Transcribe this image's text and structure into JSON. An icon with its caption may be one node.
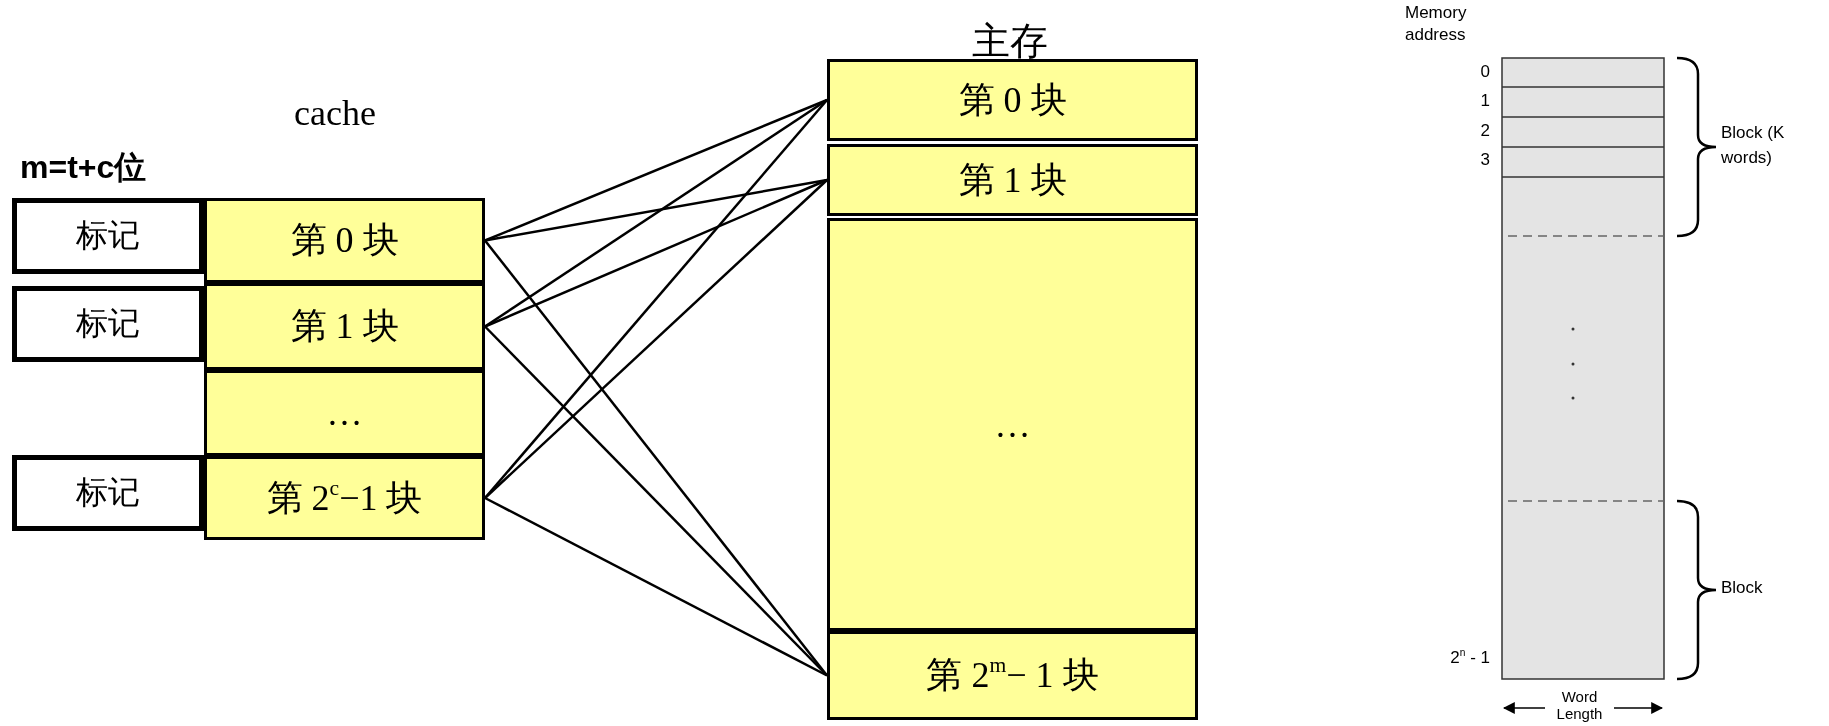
{
  "diagram": {
    "nodes": [
      {
        "text": [
          "标记"
        ]
      },
      {
        "text": [
          "第 0 块"
        ]
      },
      {
        "text": [
          "标记"
        ]
      },
      {
        "text": [
          "第 1 块"
        ]
      },
      {
        "text": [
          "…"
        ]
      },
      {
        "text": [
          "标记"
        ]
      },
      {
        "text": [
          "第 2$^{c}$−1 块"
        ]
      },
      {
        "text": [
          "第 0 块"
        ]
      },
      {
        "text": [
          "第 1 块"
        ]
      },
      {
        "text": [
          "…"
        ]
      },
      {
        "text": [
          "第 2$^{m}$− 1 块"
        ]
      }
    ],
    "edges": [
      {
        "from": 1,
        "to": 7,
        "arrow": "none"
      },
      {
        "from": 1,
        "to": 8,
        "arrow": "none"
      },
      {
        "from": 1,
        "to": 10,
        "arrow": "none"
      },
      {
        "from": 3,
        "to": 7,
        "arrow": "none"
      },
      {
        "from": 3,
        "to": 8,
        "arrow": "none"
      },
      {
        "from": 3,
        "to": 10,
        "arrow": "none"
      },
      {
        "from": 6,
        "to": 7,
        "arrow": "none"
      },
      {
        "from": 6,
        "to": 8,
        "arrow": "none"
      },
      {
        "from": 6,
        "to": 10,
        "arrow": "none"
      }
    ],
    "labels": [
      "主存",
      "cache",
      "m=t+c位",
      "Memory address",
      "0",
      "1",
      "2",
      "3",
      "Block (K words)",
      "Block",
      "2$^{n}$ - 1",
      "Word Length"
    ]
  }
}
